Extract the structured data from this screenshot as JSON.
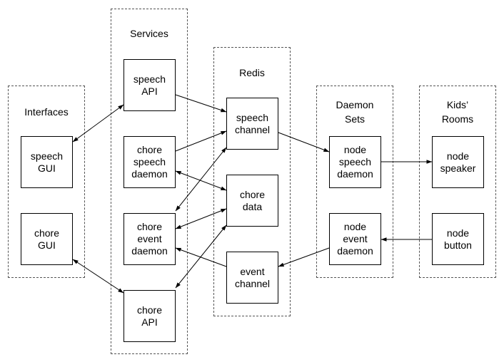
{
  "groups": {
    "interfaces": "Interfaces",
    "services": "Services",
    "redis": "Redis",
    "daemon_sets": "Daemon\nSets",
    "kids_rooms": "Kids’\nRooms"
  },
  "nodes": {
    "speech_gui": "speech\nGUI",
    "chore_gui": "chore\nGUI",
    "speech_api": "speech\nAPI",
    "chore_speech_daemon": "chore\nspeech\ndaemon",
    "chore_event_daemon": "chore\nevent\ndaemon",
    "chore_api": "chore\nAPI",
    "speech_channel": "speech\nchannel",
    "chore_data": "chore\ndata",
    "event_channel": "event\nchannel",
    "node_speech_daemon": "node\nspeech\ndaemon",
    "node_event_daemon": "node\nevent\ndaemon",
    "node_speaker": "node\nspeaker",
    "node_button": "node\nbutton"
  },
  "edges": [
    {
      "from": "speech_gui",
      "to": "speech_api",
      "direction": "both"
    },
    {
      "from": "chore_gui",
      "to": "chore_api",
      "direction": "both"
    },
    {
      "from": "speech_api",
      "to": "speech_channel",
      "direction": "forward"
    },
    {
      "from": "chore_speech_daemon",
      "to": "speech_channel",
      "direction": "forward"
    },
    {
      "from": "chore_speech_daemon",
      "to": "chore_data",
      "direction": "both"
    },
    {
      "from": "chore_event_daemon",
      "to": "speech_channel",
      "direction": "both"
    },
    {
      "from": "chore_event_daemon",
      "to": "chore_data",
      "direction": "both"
    },
    {
      "from": "chore_api",
      "to": "chore_data",
      "direction": "both"
    },
    {
      "from": "event_channel",
      "to": "chore_event_daemon",
      "direction": "forward"
    },
    {
      "from": "speech_channel",
      "to": "node_speech_daemon",
      "direction": "forward"
    },
    {
      "from": "node_speech_daemon",
      "to": "node_speaker",
      "direction": "forward"
    },
    {
      "from": "node_button",
      "to": "node_event_daemon",
      "direction": "forward"
    },
    {
      "from": "node_event_daemon",
      "to": "event_channel",
      "direction": "forward"
    }
  ]
}
